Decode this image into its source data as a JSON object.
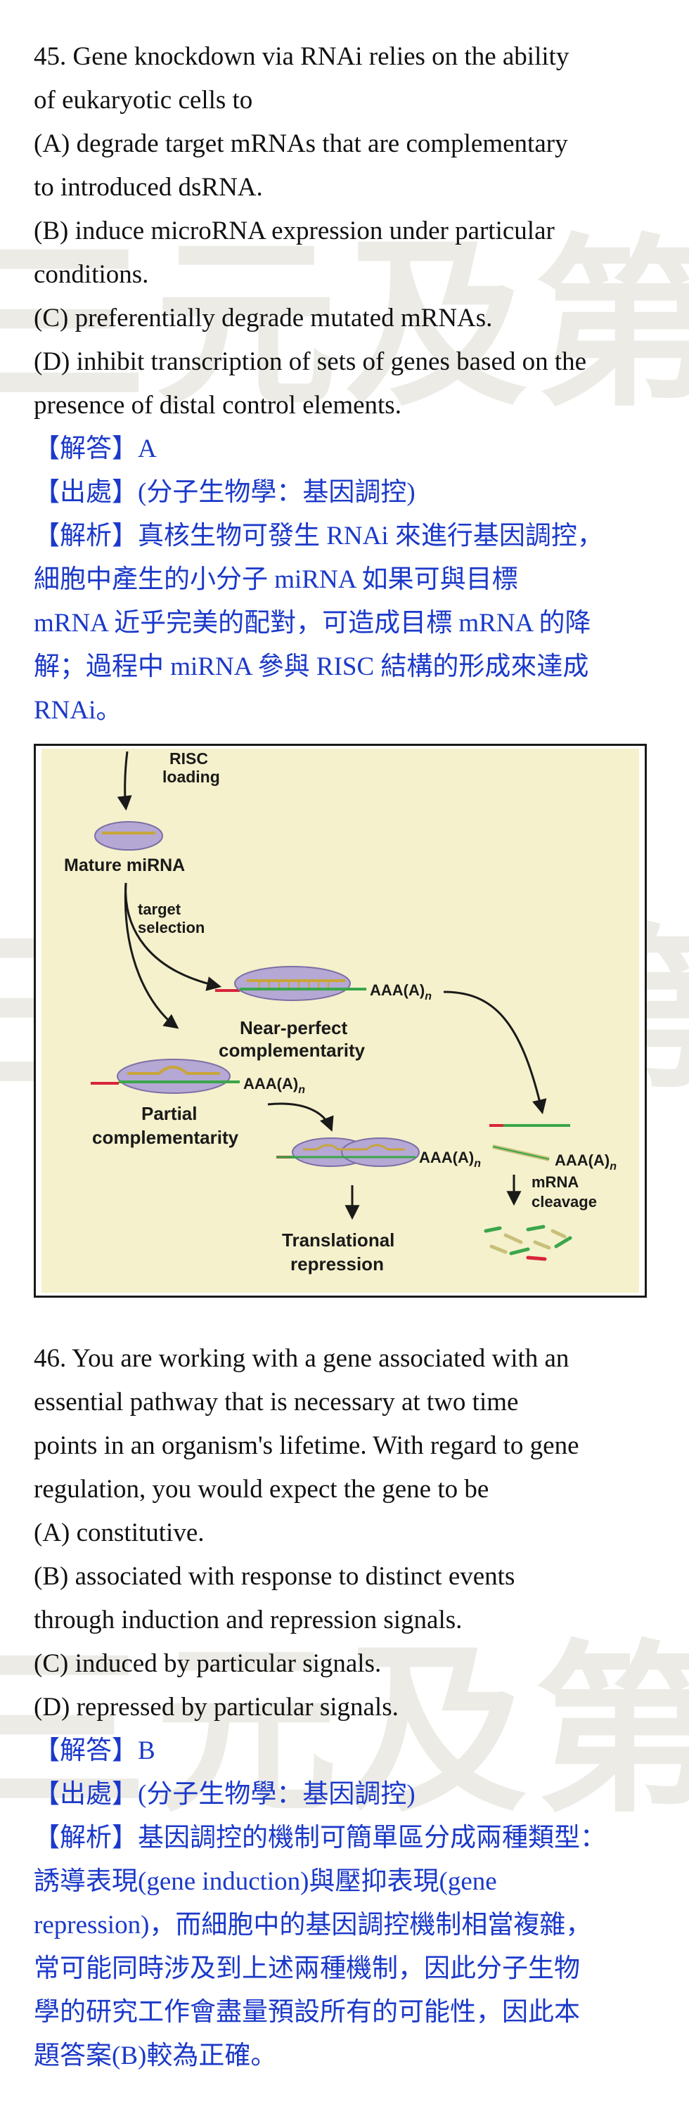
{
  "watermark": "三元及第",
  "q45": {
    "lines": [
      "45. Gene knockdown via RNAi relies on the ability",
      "of eukaryotic cells to",
      "(A) degrade target mRNAs that are complementary",
      "to introduced dsRNA.",
      "(B) induce microRNA expression under particular",
      "conditions.",
      "(C) preferentially degrade mutated mRNAs.",
      "(D) inhibit transcription of sets of genes based on the",
      "presence of distal control elements."
    ],
    "answer": "【解答】A",
    "source": "【出處】(分子生物學：基因調控)",
    "explanation": [
      "【解析】真核生物可發生 RNAi 來進行基因調控，",
      "細胞中產生的小分子 miRNA 如果可與目標",
      "mRNA 近乎完美的配對，可造成目標 mRNA 的降",
      "解；過程中 miRNA 參與 RISC 結構的形成來達成",
      "RNAi。"
    ]
  },
  "figure": {
    "labels": {
      "risc_loading_1": "RISC",
      "risc_loading_2": "loading",
      "mature_mirna": "Mature miRNA",
      "target_selection_1": "target",
      "target_selection_2": "selection",
      "near_perfect_1": "Near-perfect",
      "near_perfect_2": "complementarity",
      "partial_1": "Partial",
      "partial_2": "complementarity",
      "polyA": "AAA(A)",
      "polyA_sub": "n",
      "mrna_cleavage_1": "mRNA",
      "mrna_cleavage_2": "cleavage",
      "translational_1": "Translational",
      "translational_2": "repression"
    },
    "colors": {
      "background": "#f5f1cc",
      "risc": "#b5a8d4",
      "mirna": "#c8a53a",
      "mrna_red": "#d8243a",
      "mrna_green": "#3aa64a"
    }
  },
  "q46": {
    "lines": [
      "46. You are working with a gene associated with an",
      "essential pathway that is necessary at two time",
      "points in an organism's lifetime. With regard to gene",
      "regulation, you would expect the gene to be",
      "(A) constitutive.",
      "(B) associated with response to distinct events",
      "through induction and repression signals.",
      "(C) induced by particular signals.",
      "(D) repressed by particular signals."
    ],
    "answer": "【解答】B",
    "source": "【出處】(分子生物學：基因調控)",
    "explanation": [
      "【解析】基因調控的機制可簡單區分成兩種類型：",
      "誘導表現(gene induction)與壓抑表現(gene",
      "repression)，而細胞中的基因調控機制相當複雜，",
      "常可能同時涉及到上述兩種機制，因此分子生物",
      "學的研究工作會盡量預設所有的可能性，因此本",
      "題答案(B)較為正確。"
    ]
  }
}
